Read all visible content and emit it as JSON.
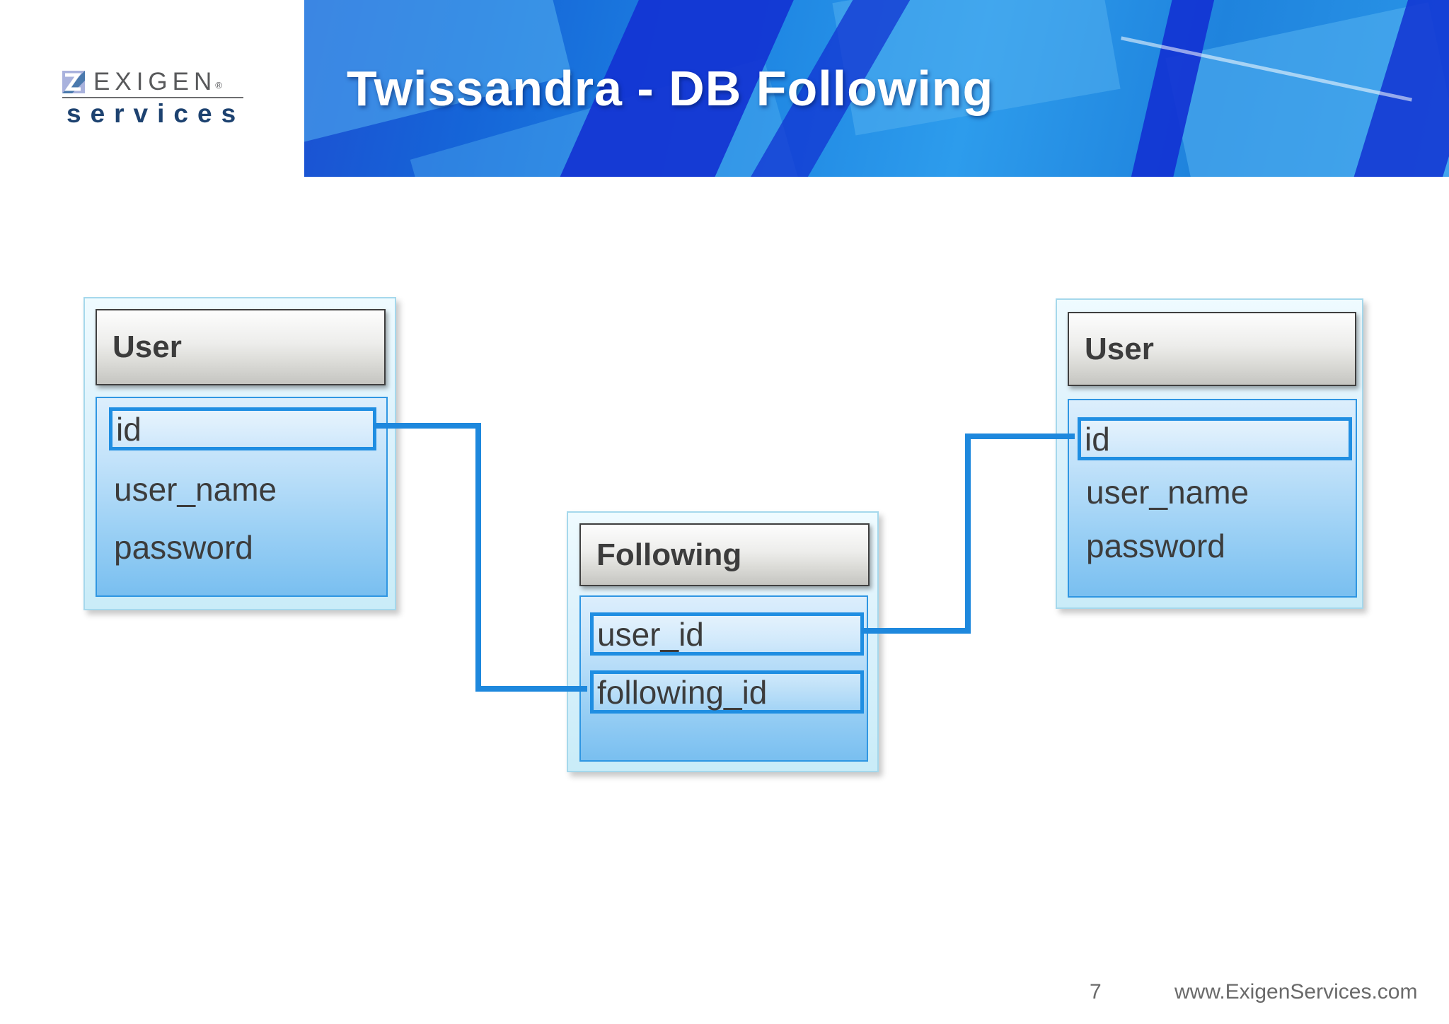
{
  "slide": {
    "title": "Twissandra - DB Following",
    "page_number": "7",
    "footer_url": "www.ExigenServices.com"
  },
  "logo": {
    "primary": "EXIGEN",
    "registered_mark": "®",
    "secondary": "services"
  },
  "entities": [
    {
      "id": "user-left",
      "title": "User",
      "fields": [
        {
          "label": "id",
          "highlighted": true
        },
        {
          "label": "user_name",
          "highlighted": false
        },
        {
          "label": "password",
          "highlighted": false
        }
      ]
    },
    {
      "id": "following",
      "title": "Following",
      "fields": [
        {
          "label": "user_id",
          "highlighted": true
        },
        {
          "label": "following_id",
          "highlighted": true
        }
      ]
    },
    {
      "id": "user-right",
      "title": "User",
      "fields": [
        {
          "label": "id",
          "highlighted": true
        },
        {
          "label": "user_name",
          "highlighted": false
        },
        {
          "label": "password",
          "highlighted": false
        }
      ]
    }
  ],
  "relationships": [
    {
      "from": "User(left).id",
      "to": "Following.following_id"
    },
    {
      "from": "Following.user_id",
      "to": "User(right).id"
    }
  ],
  "colors": {
    "connector_blue": "#1e88dd",
    "banner_blue": "#1d7de0",
    "highlight_border": "#1f8ee2",
    "entity_body_top": "#dceefc",
    "entity_body_bottom": "#79bff0",
    "header_gray": "#dadad6",
    "field_text": "#3c3c3c",
    "footer_text": "#6a6a6a"
  }
}
